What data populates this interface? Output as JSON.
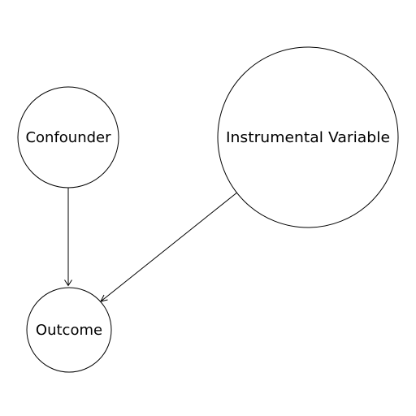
{
  "nodes": {
    "confounder": {
      "label": "Confounder"
    },
    "instrumental_variable": {
      "label": "Instrumental Variable"
    },
    "outcome": {
      "label": "Outcome"
    }
  },
  "colors": {
    "stroke": "#000000",
    "background": "#ffffff",
    "text": "#000000"
  }
}
